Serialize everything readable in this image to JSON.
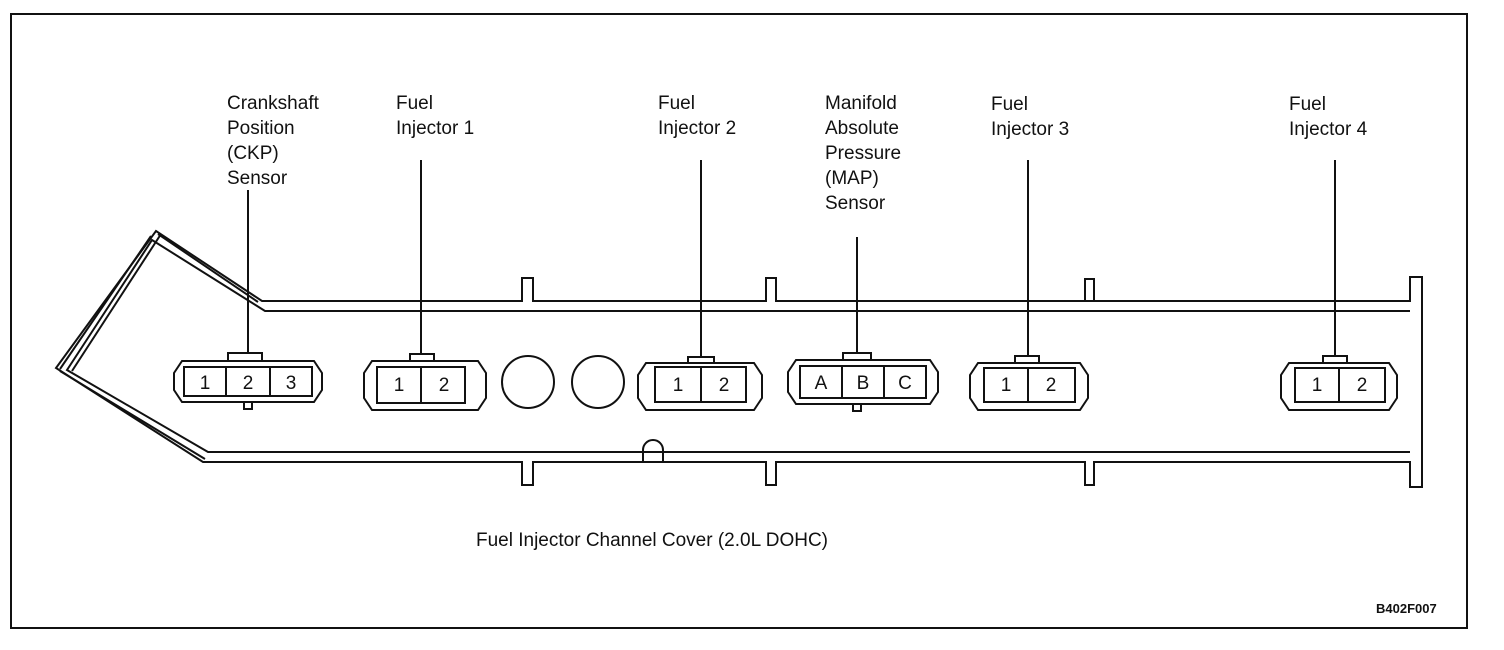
{
  "labels": {
    "ckp": "Crankshaft\nPosition\n(CKP)\nSensor",
    "inj1": "Fuel\nInjector 1",
    "inj2": "Fuel\nInjector 2",
    "map": "Manifold\nAbsolute\nPressure\n(MAP)\nSensor",
    "inj3": "Fuel\nInjector 3",
    "inj4": "Fuel\nInjector 4"
  },
  "pins": {
    "ckp": [
      "1",
      "2",
      "3"
    ],
    "inj1": [
      "1",
      "2"
    ],
    "inj2": [
      "1",
      "2"
    ],
    "map": [
      "A",
      "B",
      "C"
    ],
    "inj3": [
      "1",
      "2"
    ],
    "inj4": [
      "1",
      "2"
    ]
  },
  "caption": "Fuel Injector Channel Cover (2.0L DOHC)",
  "figure_id": "B402F007"
}
